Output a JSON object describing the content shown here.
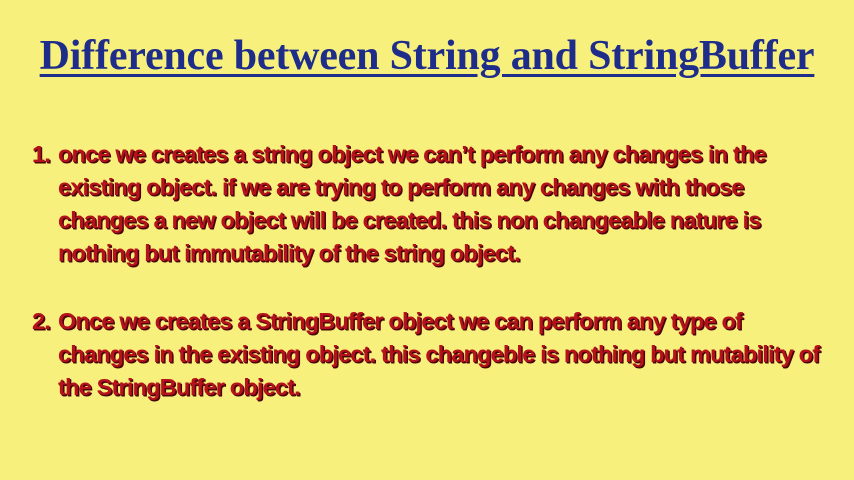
{
  "slide": {
    "title": "Difference between String and StringBuffer",
    "points": [
      {
        "number": "1.",
        "text": "once we creates a string object we can’t perform any changes in the existing object. if we are trying to perform any changes with those changes a new object will be created. this non changeable nature is nothing but immutability of the string object."
      },
      {
        "number": "2.",
        "text": "Once we creates a StringBuffer object we can perform any type of changes in the existing object. this changeble is nothing but mutability of the StringBuffer object."
      }
    ]
  },
  "colors": {
    "background": "#f8f07d",
    "title": "#1f2d8a",
    "body_text": "#b5121b"
  }
}
